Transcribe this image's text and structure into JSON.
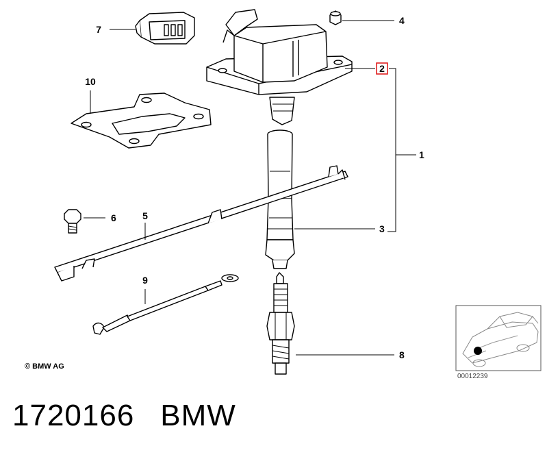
{
  "callouts": {
    "c1": "1",
    "c2": "2",
    "c3": "3",
    "c4": "4",
    "c5": "5",
    "c6": "6",
    "c7": "7",
    "c8": "8",
    "c9": "9",
    "c10": "10"
  },
  "copyright": "© BMW AG",
  "thumbnail_id": "00012239",
  "footer": {
    "part_number": "1720166",
    "brand": "BMW"
  },
  "highlight_color": "#e02020"
}
